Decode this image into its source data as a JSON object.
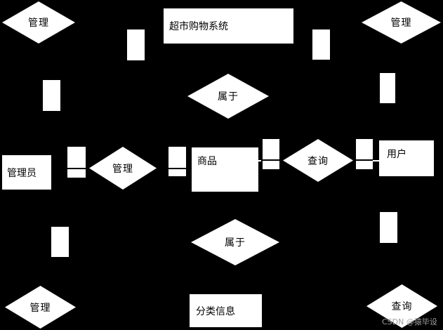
{
  "diagram": {
    "type": "entity-relationship",
    "colors": {
      "background": "#000000",
      "shape_fill": "#ffffff",
      "shape_text": "#000000",
      "watermark_text": "#a0a0a0"
    },
    "nodes": {
      "system": {
        "label": "超市购物系统",
        "shape": "rectangle"
      },
      "admin": {
        "label": "管理员",
        "shape": "rectangle"
      },
      "product": {
        "label": "商品",
        "shape": "rectangle"
      },
      "user": {
        "label": "用户",
        "shape": "rectangle"
      },
      "category": {
        "label": "分类信息",
        "shape": "rectangle"
      },
      "manage_top_left": {
        "label": "管理",
        "shape": "diamond"
      },
      "manage_top_right": {
        "label": "管理",
        "shape": "diamond"
      },
      "belongs_top": {
        "label": "属于",
        "shape": "diamond"
      },
      "manage_middle": {
        "label": "管理",
        "shape": "diamond"
      },
      "query_middle": {
        "label": "查询",
        "shape": "diamond"
      },
      "belongs_bottom": {
        "label": "属于",
        "shape": "diamond"
      },
      "manage_bottom_left": {
        "label": "管理",
        "shape": "diamond"
      },
      "query_bottom_right": {
        "label": "查询",
        "shape": "diamond"
      }
    },
    "watermark": "CSDN @猿毕设"
  }
}
